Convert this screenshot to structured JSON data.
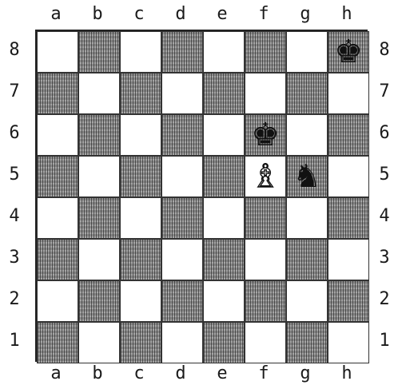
{
  "board": {
    "files": [
      "a",
      "b",
      "c",
      "d",
      "e",
      "f",
      "g",
      "h"
    ],
    "ranks": [
      "8",
      "7",
      "6",
      "5",
      "4",
      "3",
      "2",
      "1"
    ],
    "dark_color": "#8a8a8a",
    "light_color": "#ffffff",
    "pieces": {
      "h8": {
        "glyph": "♚",
        "name": "black-king",
        "color": "black"
      },
      "f6": {
        "glyph": "♚",
        "name": "black-king",
        "color": "black"
      },
      "f5": {
        "glyph": "♗",
        "name": "white-bishop",
        "color": "white"
      },
      "g5": {
        "glyph": "♞",
        "name": "black-knight",
        "color": "black"
      }
    }
  }
}
